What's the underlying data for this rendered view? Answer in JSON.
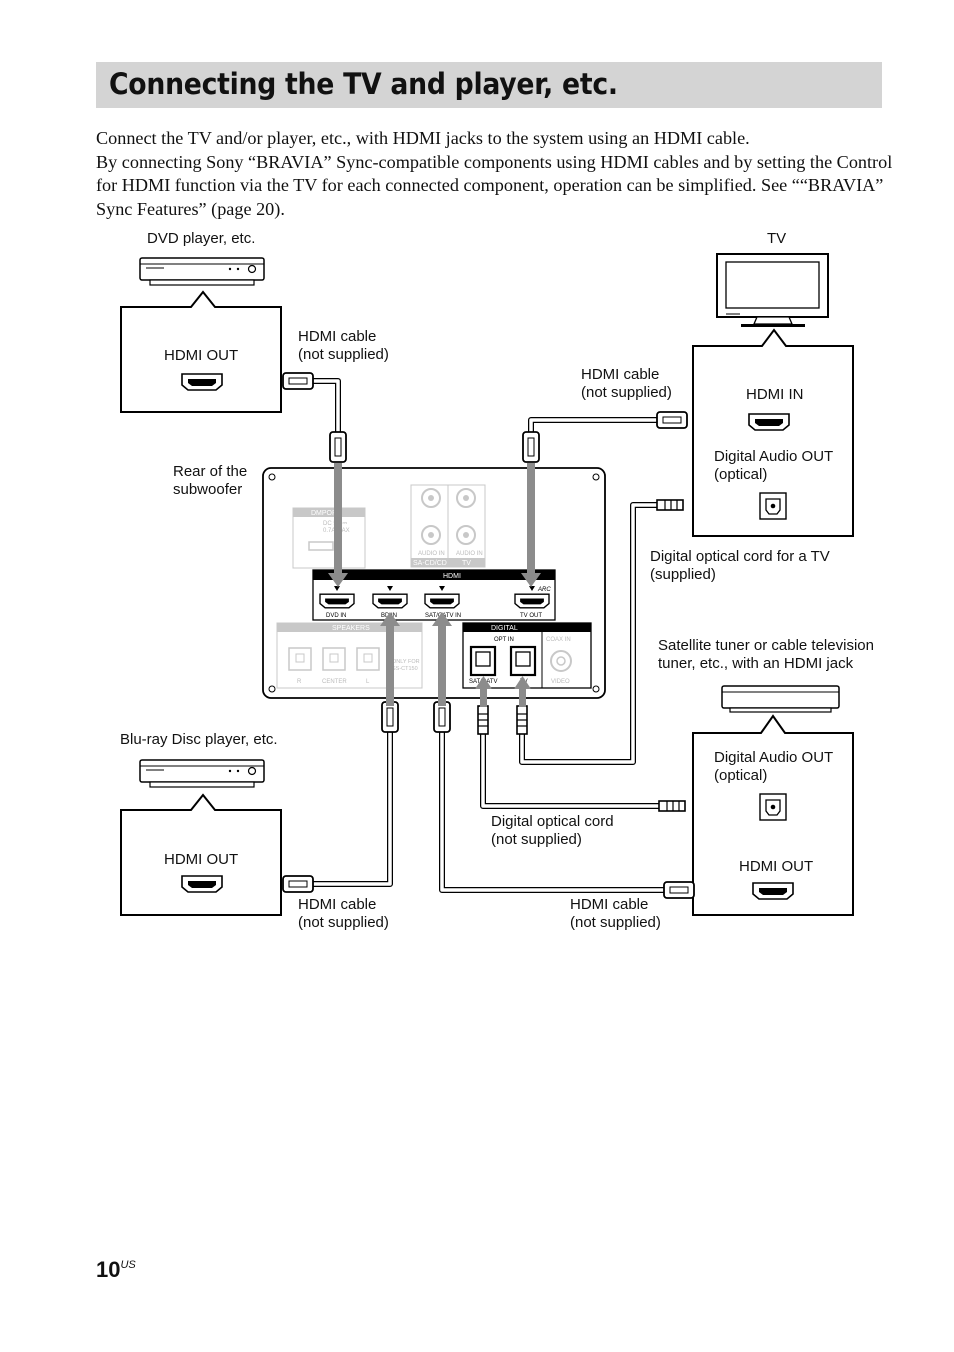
{
  "title": "Connecting the TV and player, etc.",
  "intro": {
    "p1": "Connect the TV and/or player, etc., with HDMI jacks to the system using an HDMI cable.",
    "p2": "By connecting Sony “BRAVIA” Sync-compatible components using HDMI cables and by setting the Control for HDMI function via the TV for each connected component, operation can be simplified. See ““BRAVIA” Sync Features” (page 20)."
  },
  "labels": {
    "dvd_player": "DVD player, etc.",
    "tv": "TV",
    "hdmi_cable_1a": "HDMI cable",
    "hdmi_cable_1b": "(not supplied)",
    "hdmi_cable_2a": "HDMI cable",
    "hdmi_cable_2b": "(not supplied)",
    "hdmi_cable_3a": "HDMI cable",
    "hdmi_cable_3b": "(not supplied)",
    "hdmi_cable_4a": "HDMI cable",
    "hdmi_cable_4b": "(not supplied)",
    "rear_a": "Rear of the",
    "rear_b": "subwoofer",
    "optical_tv_a": "Digital optical cord for a TV",
    "optical_tv_b": "(supplied)",
    "satellite_a": "Satellite tuner or cable television",
    "satellite_b": "tuner, etc., with an HDMI jack",
    "bluray": "Blu-ray Disc player, etc.",
    "optical_sat_a": "Digital optical cord",
    "optical_sat_b": "(not supplied)"
  },
  "boxes": {
    "dvd_hdmi_out": "HDMI OUT",
    "tv_hdmi_in": "HDMI IN",
    "tv_dig_a": "Digital Audio OUT",
    "tv_dig_b": "(optical)",
    "sat_dig_a": "Digital Audio OUT",
    "sat_dig_b": "(optical)",
    "sat_hdmi_out": "HDMI OUT",
    "bd_hdmi_out": "HDMI OUT"
  },
  "panel": {
    "dmport": "DMPORT",
    "dmport_rating_a": "DC 5V ⎓",
    "dmport_rating_b": "0.7A MAX",
    "audio_in_1": "AUDIO IN",
    "audio_in_2": "AUDIO IN",
    "sacd": "SA-CD/CD",
    "tv": "TV",
    "hdmi": "HDMI",
    "arc": "ARC",
    "dvd_in": "DVD IN",
    "bd_in": "BD IN",
    "sat_in": "SAT/CATV IN",
    "tv_out": "TV OUT",
    "speakers": "SPEAKERS",
    "sp_r": "R",
    "sp_center": "CENTER",
    "sp_l": "L",
    "only_for_a": "ONLY FOR",
    "only_for_b": "SS-CT150",
    "digital": "DIGITAL",
    "opt_in": "OPT IN",
    "coax_in": "COAX IN",
    "sat_catv": "SAT/CATV",
    "opt_tv": "TV",
    "video": "VIDEO"
  },
  "page": {
    "number": "10",
    "suffix": "US"
  }
}
